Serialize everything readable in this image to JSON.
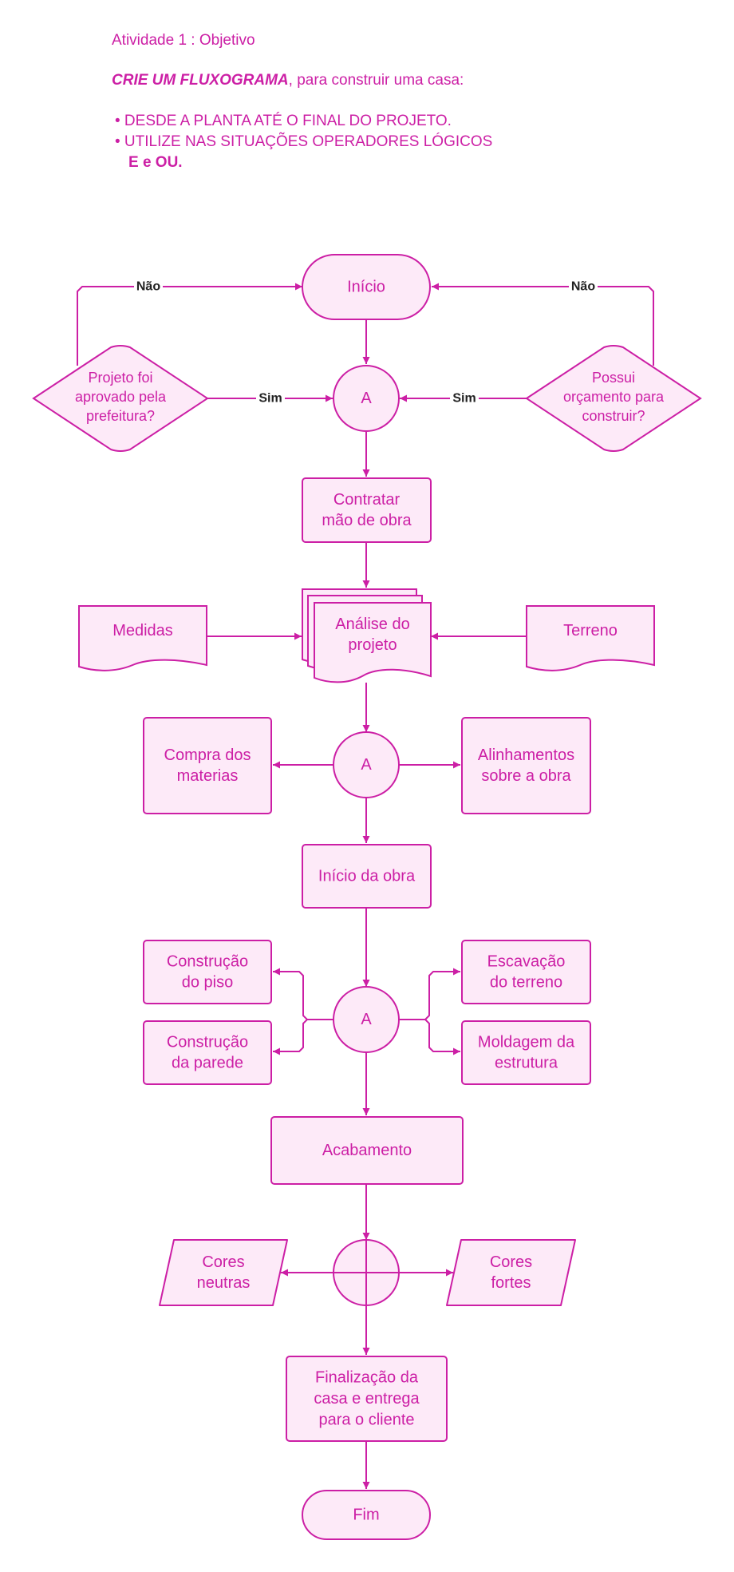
{
  "header": {
    "title": "Atividade 1 : Objetivo",
    "instruction_bold": "CRIE UM FLUXOGRAMA",
    "instruction_rest": ", para construir uma casa:",
    "bullet_1": "• DESDE A PLANTA ATÉ O FINAL DO PROJETO.",
    "bullet_2": "• UTILIZE NAS SITUAÇÕES OPERADORES LÓGICOS",
    "bullet_2_cont": "E e OU."
  },
  "colors": {
    "stroke": "#cc1fa5",
    "fill": "#fdeaf8",
    "text": "#cc1fa5",
    "edge_label": "#222222"
  },
  "nodes": {
    "inicio": "Início",
    "conn_a1": "A",
    "decision_left": [
      "Projeto foi",
      "aprovado pela",
      "prefeitura?"
    ],
    "decision_right": [
      "Possui",
      "orçamento para",
      "construir?"
    ],
    "contratar": [
      "Contratar",
      "mão de obra"
    ],
    "analise": [
      "Análise do",
      "projeto"
    ],
    "medidas": "Medidas",
    "terreno": "Terreno",
    "conn_a2": "A",
    "compra": [
      "Compra dos",
      "materias"
    ],
    "alinhamentos": [
      "Alinhamentos",
      "sobre a obra"
    ],
    "inicio_obra": "Início da obra",
    "conn_a3": "A",
    "piso": [
      "Construção",
      "do piso"
    ],
    "parede": [
      "Construção",
      "da parede"
    ],
    "escavacao": [
      "Escavação",
      "do terreno"
    ],
    "moldagem": [
      "Moldagem da",
      "estrutura"
    ],
    "acabamento": "Acabamento",
    "cores_neutras": [
      "Cores",
      "neutras"
    ],
    "cores_fortes": [
      "Cores",
      "fortes"
    ],
    "finalizacao": [
      "Finalização da",
      "casa e entrega",
      "para o cliente"
    ],
    "fim": "Fim"
  },
  "edge_labels": {
    "nao_left": "Não",
    "nao_right": "Não",
    "sim_left": "Sim",
    "sim_right": "Sim"
  }
}
